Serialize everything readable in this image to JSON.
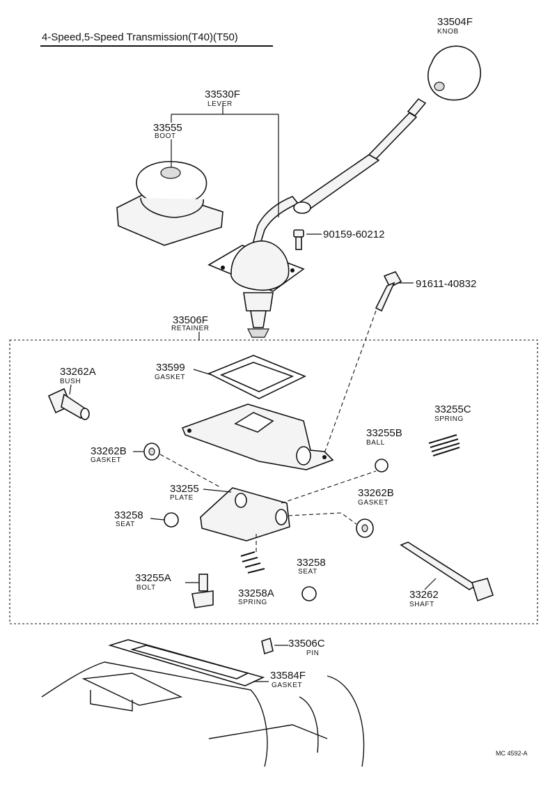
{
  "title": "4-Speed,5-Speed  Transmission(T40)(T50)",
  "diagram_code": "MC 4592-A",
  "parts": {
    "knob": {
      "number": "33504F",
      "name": "KNOB"
    },
    "lever": {
      "number": "33530F",
      "name": "LEVER"
    },
    "boot": {
      "number": "33555",
      "name": "BOOT"
    },
    "bolt_lever": {
      "number": "90159-60212",
      "name": ""
    },
    "bolt_retainer": {
      "number": "91611-40832",
      "name": ""
    },
    "retainer": {
      "number": "33506F",
      "name": "RETAINER"
    },
    "bush": {
      "number": "33262A",
      "name": "BUSH"
    },
    "gasket_top": {
      "number": "33599",
      "name": "GASKET"
    },
    "spring_c": {
      "number": "33255C",
      "name": "SPRING"
    },
    "gasket_left": {
      "number": "33262B",
      "name": "GASKET"
    },
    "ball": {
      "number": "33255B",
      "name": "BALL"
    },
    "plate": {
      "number": "33255",
      "name": "PLATE"
    },
    "gasket_right": {
      "number": "33262B",
      "name": "GASKET"
    },
    "seat_left": {
      "number": "33258",
      "name": "SEAT"
    },
    "bolt_a": {
      "number": "33255A",
      "name": "BOLT"
    },
    "spring_a": {
      "number": "33258A",
      "name": "SPRING"
    },
    "seat_right": {
      "number": "33258",
      "name": "SEAT"
    },
    "shaft": {
      "number": "33262",
      "name": "SHAFT"
    },
    "pin": {
      "number": "33506C",
      "name": "PIN"
    },
    "gasket_bottom": {
      "number": "33584F",
      "name": "GASKET"
    }
  }
}
